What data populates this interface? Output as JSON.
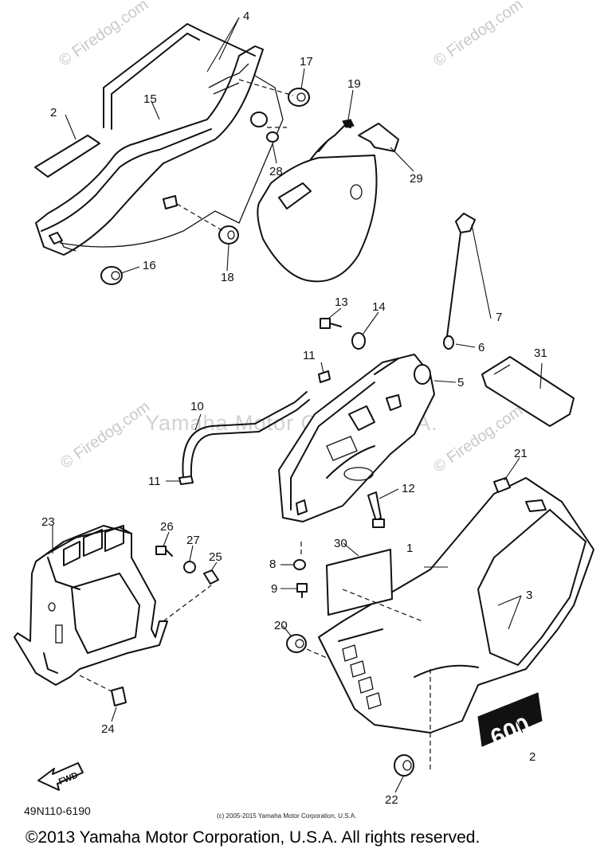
{
  "watermarks": {
    "corner_top_left": "© Firedog.com",
    "corner_top_right": "© Firedog.com",
    "mid_left": "© Firedog.com",
    "mid_right": "© Firedog.com",
    "center": "Yamaha Motor Corp., U.S.A."
  },
  "callouts": [
    "1",
    "2",
    "2",
    "3",
    "4",
    "5",
    "6",
    "7",
    "8",
    "9",
    "10",
    "11",
    "11",
    "12",
    "13",
    "14",
    "15",
    "16",
    "17",
    "18",
    "19",
    "20",
    "21",
    "22",
    "23",
    "24",
    "25",
    "26",
    "27",
    "28",
    "29",
    "30",
    "31"
  ],
  "emblem_text": "600",
  "fwd_label": "FWD",
  "part_code": "49N110-6190",
  "small_copyright": "(c) 2005-2015 Yamaha Motor Corporation, U.S.A.",
  "footer_copyright": "©2013 Yamaha Motor Corporation, U.S.A. All rights reserved."
}
